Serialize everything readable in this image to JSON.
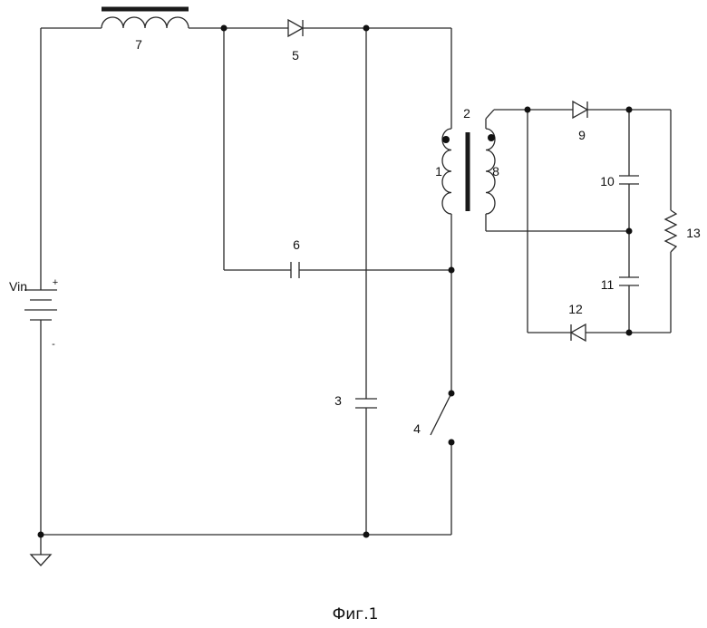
{
  "diagram": {
    "labels": {
      "inductor_7": "7",
      "diode_5": "5",
      "transformer_primary_1": "1",
      "transformer_top_2": "2",
      "transformer_secondary_8": "8",
      "capacitor_6": "6",
      "capacitor_3": "3",
      "switch_4": "4",
      "diode_9": "9",
      "capacitor_10": "10",
      "capacitor_11": "11",
      "diode_12": "12",
      "resistor_13": "13",
      "source": "Vin",
      "plus": "+",
      "minus": "-"
    },
    "caption": "Фиг.1"
  }
}
